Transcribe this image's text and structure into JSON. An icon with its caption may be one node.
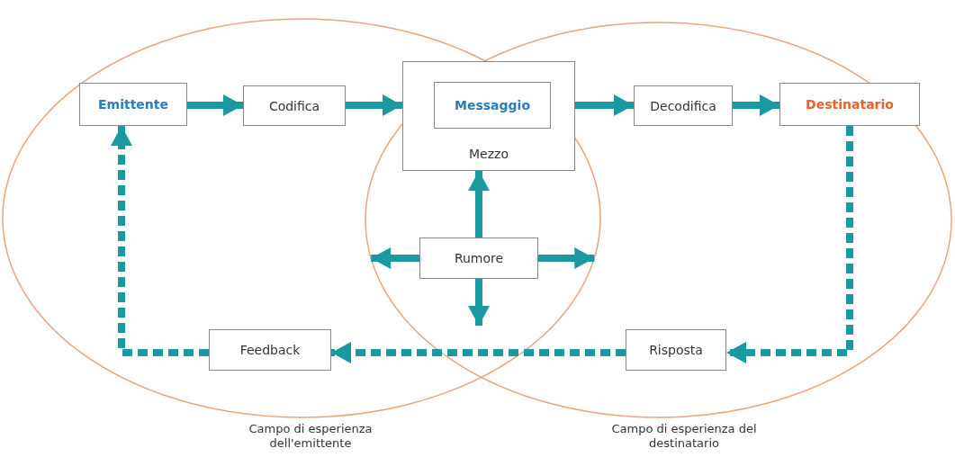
{
  "diagram": {
    "nodes": [
      {
        "text": [
          "Campo di esperienza dell'emittente"
        ]
      },
      {
        "text": [
          "Campo di esperienza del destinatario"
        ]
      },
      {
        "text": [
          "Emittente"
        ],
        "in": 0
      },
      {
        "text": [
          "Codifica"
        ],
        "in": 0
      },
      {
        "text": [
          "Mezzo"
        ]
      },
      {
        "text": [
          "Messaggio"
        ],
        "in": 4
      },
      {
        "text": [
          "Decodifica"
        ],
        "in": 1
      },
      {
        "text": [
          "Destinatario"
        ],
        "in": 1
      },
      {
        "text": [
          "Rumore"
        ]
      },
      {
        "text": [
          "Feedback"
        ],
        "in": 0
      },
      {
        "text": [
          "Risposta"
        ],
        "in": 1
      }
    ],
    "edges": [
      {
        "from": 2,
        "to": 3,
        "arrow": "to"
      },
      {
        "from": 3,
        "to": 4,
        "arrow": "to"
      },
      {
        "from": 4,
        "to": 6,
        "arrow": "to"
      },
      {
        "from": 6,
        "to": 7,
        "arrow": "to"
      },
      {
        "from": 7,
        "to": 10,
        "arrow": "to",
        "style": "dashed"
      },
      {
        "from": 10,
        "to": 9,
        "arrow": "to",
        "style": "dashed"
      },
      {
        "from": 9,
        "to": 2,
        "arrow": "to",
        "style": "dashed"
      },
      {
        "from": 8,
        "to": 4,
        "arrow": "to"
      },
      {
        "from": 8,
        "to": 1,
        "arrow": "to"
      },
      {
        "from": 8,
        "to": 0,
        "arrow": "to"
      },
      {
        "from": 8,
        "to": null,
        "arrow": "to"
      }
    ]
  }
}
